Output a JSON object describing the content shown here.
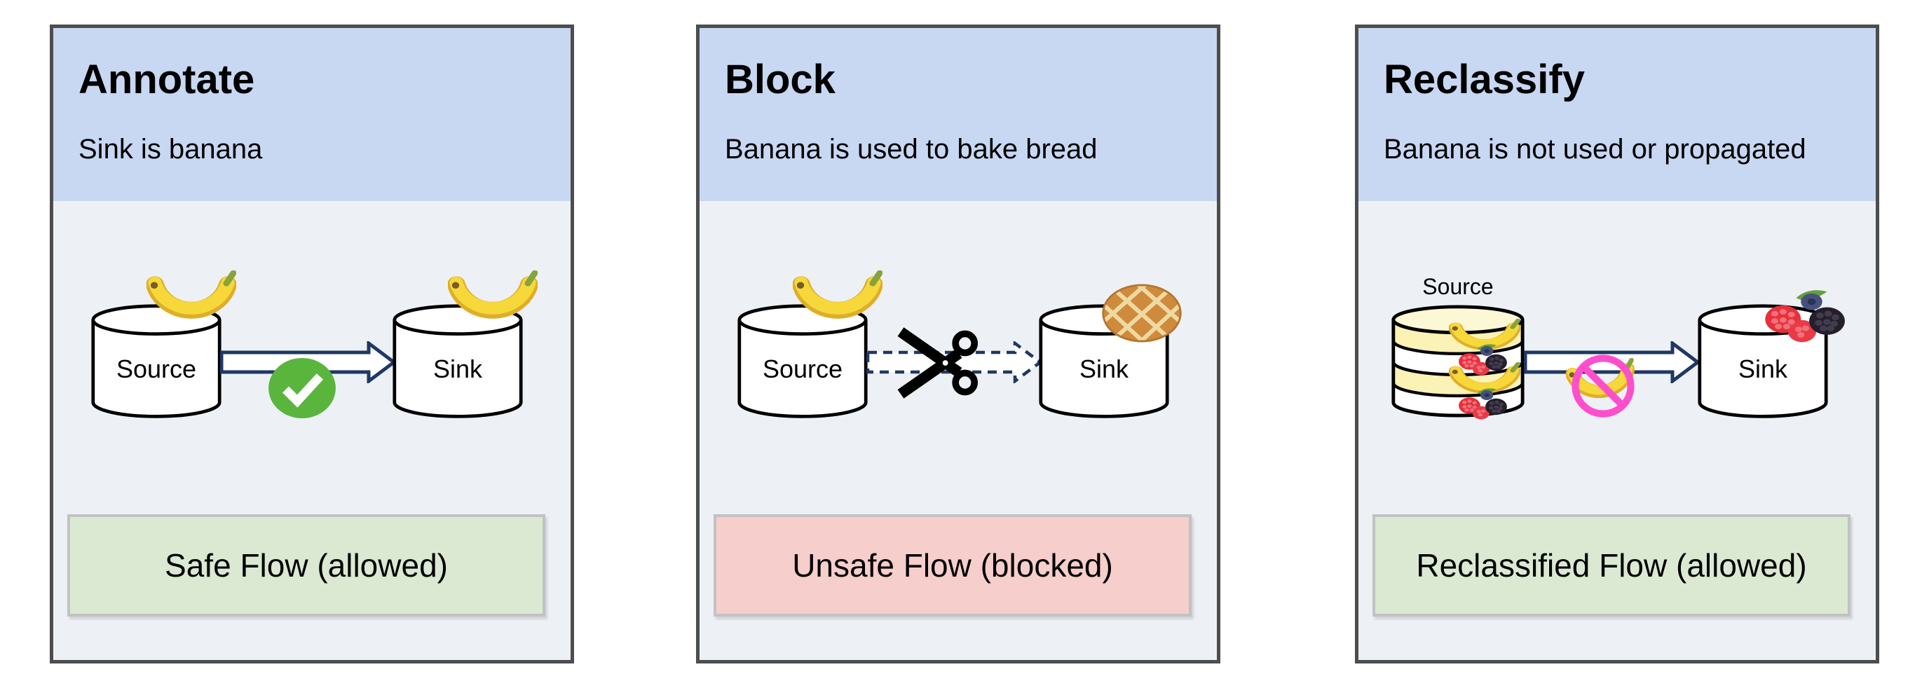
{
  "figure": {
    "background": "#ffffff"
  },
  "colors": {
    "panel_header_bg": "#c8d7f2",
    "panel_body_bg": "#edf1f6",
    "panel_border": "#4d4d4d",
    "allowed_bg": "#dbe9d3",
    "blocked_bg": "#f6cecb",
    "result_border": "#c2c2c2",
    "arrow_navy": "#1f3864",
    "check_green": "#5ab53d",
    "prohibition_pink": "#ff4ecd",
    "database_yellow": "#fbf2b5"
  },
  "panels": [
    {
      "title": "Annotate",
      "subtitle": "Sink is banana",
      "source_label": "Source",
      "sink_label": "Sink",
      "source_icon": "banana",
      "sink_icon": "banana",
      "arrow_style": "solid",
      "arrow_badge": "check",
      "result": {
        "label": "Safe Flow (allowed)",
        "status": "allowed"
      }
    },
    {
      "title": "Block",
      "subtitle": "Banana is used to bake bread",
      "source_label": "Source",
      "sink_label": "Sink",
      "source_icon": "banana",
      "sink_icon": "bread",
      "arrow_style": "dashed",
      "arrow_badge": "scissors",
      "result": {
        "label": "Unsafe Flow (blocked)",
        "status": "blocked"
      }
    },
    {
      "title": "Reclassify",
      "subtitle": "Banana is not used or propagated",
      "source_label": "Source",
      "sink_label": "Sink",
      "source_icon": "stacked-database",
      "source_layers": [
        "banana",
        "berries",
        "banana",
        "berries"
      ],
      "sink_icon": "berries",
      "arrow_style": "solid",
      "arrow_badge": "no-banana",
      "result": {
        "label": "Reclassified Flow (allowed)",
        "status": "allowed"
      }
    }
  ]
}
